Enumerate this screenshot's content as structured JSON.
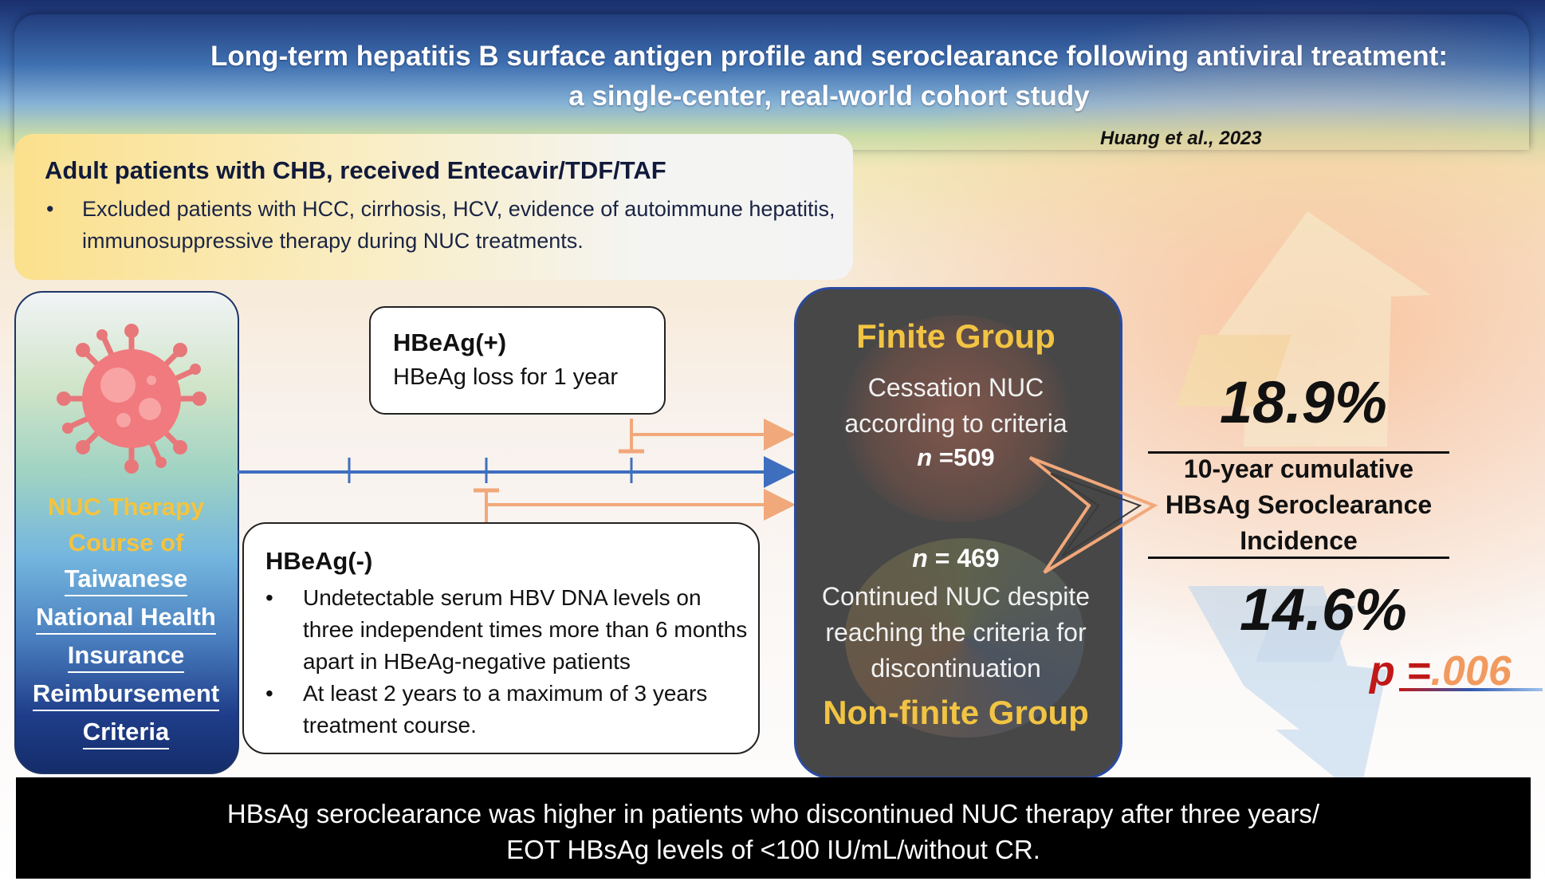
{
  "header": {
    "title_line1": "Long-term  hepatitis B surface antigen profile and seroclearance following antiviral treatment:",
    "title_line2": "a single-center, real-world cohort study",
    "citation": "Huang et al., 2023"
  },
  "population": {
    "heading": "Adult patients with CHB, received Entecavir/TDF/TAF",
    "bullet": "•",
    "exclusion": "Excluded patients with HCC, cirrhosis, HCV, evidence of autoimmune hepatitis, immunosuppressive therapy during NUC treatments."
  },
  "left_column": {
    "line1": "NUC Therapy",
    "line2": "Course of",
    "line3": "Taiwanese",
    "line4": "National Health",
    "line5": "Insurance",
    "line6": "Reimbursement",
    "line7": "Criteria"
  },
  "hbeag_positive": {
    "heading": "HBeAg(+)",
    "criterion": "HBeAg loss for 1 year"
  },
  "hbeag_negative": {
    "heading": "HBeAg(-)",
    "items": [
      "Undetectable serum HBV DNA levels on three independent times more than 6 months apart in HBeAg-negative patients",
      "At least 2 years to a maximum of 3 years treatment course."
    ],
    "bullet": "•"
  },
  "finite_group": {
    "title": "Finite Group",
    "description_line1": "Cessation NUC",
    "description_line2": "according to criteria",
    "n_label": "n",
    "n_value": " =509"
  },
  "nonfinite_group": {
    "n_label": "n",
    "n_value": " = 469",
    "description_line1": "Continued NUC despite",
    "description_line2": "reaching the criteria for",
    "description_line3": "discontinuation",
    "title": "Non-finite Group"
  },
  "results": {
    "finite_percent": "18.9%",
    "nonfinite_percent": "14.6%",
    "label_line1": "10-year cumulative",
    "label_line2": "HBsAg Seroclearance",
    "label_line3": "Incidence",
    "p_label": "p",
    "p_eq": " =",
    "p_value": ".006"
  },
  "conclusion": {
    "line1": "HBsAg seroclearance was higher in patients who discontinued NUC therapy after three years/",
    "line2": "EOT HBsAg levels of <100 IU/mL/without CR."
  },
  "colors": {
    "group_title": "#f2c443",
    "timeline_blue": "#3e6fbf",
    "arrow_orange": "#f1a87a",
    "panel_dark": "#474747",
    "panel_border": "#2b4aa1",
    "p_red": "#c01818"
  }
}
